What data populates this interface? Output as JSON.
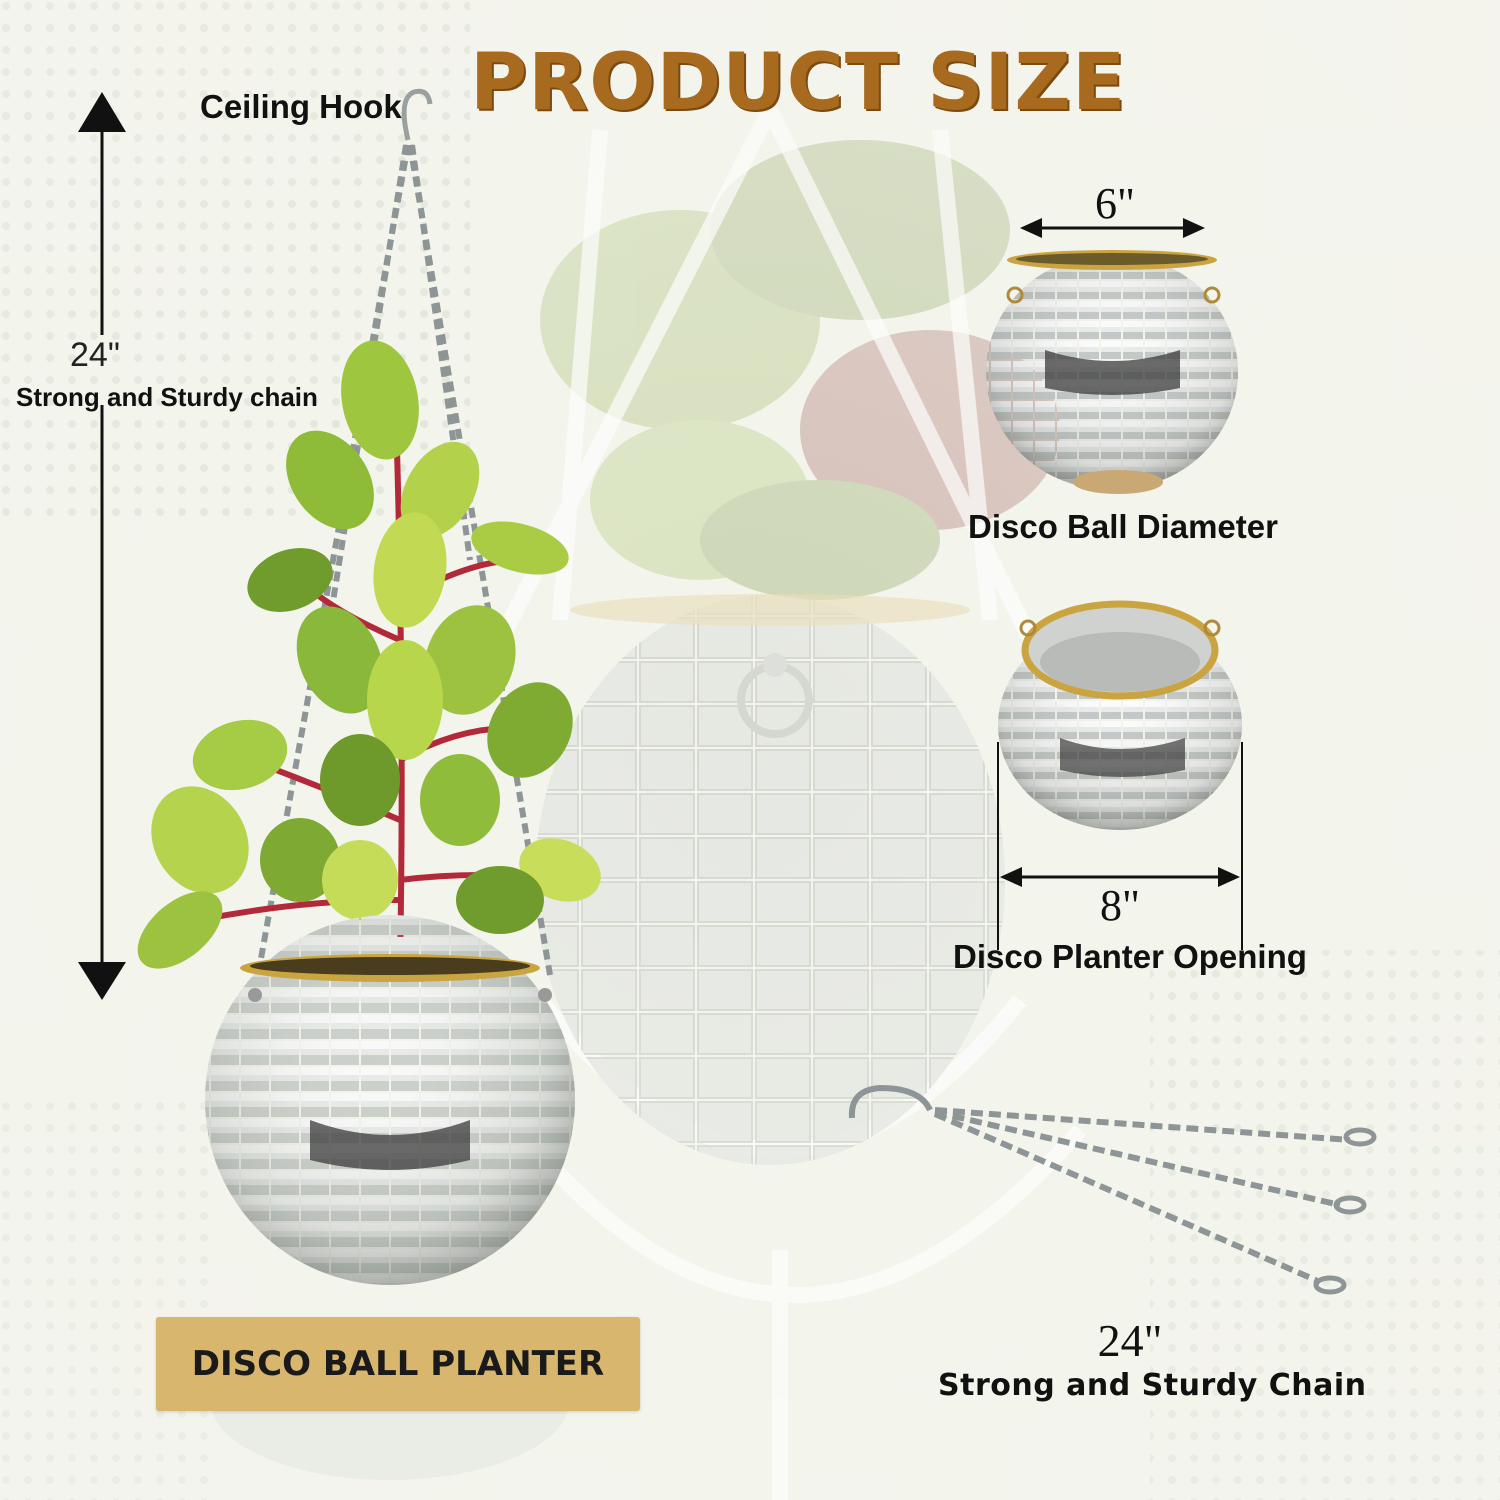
{
  "headline": "PRODUCT SIZE",
  "labels": {
    "ceiling_hook": "Ceiling Hook",
    "left_height_value": "24\"",
    "left_chain": "Strong and Sturdy chain",
    "diameter_value": "6\"",
    "diameter_label": "Disco Ball Diameter",
    "opening_value": "8\"",
    "opening_label": "Disco Planter Opening",
    "chain_length_value": "24\"",
    "chain_length_label": "Strong and Sturdy Chain"
  },
  "badge": {
    "text": "DISCO BALL PLANTER"
  },
  "colors": {
    "headline": "#a86a1f",
    "badge": "#d8b66e",
    "mirror_light": "#eef0ee",
    "mirror_dark": "#3b3b3b",
    "leaf": "#8fbf3a",
    "stem": "#b22a3a",
    "brass_rim": "#c9a441"
  }
}
